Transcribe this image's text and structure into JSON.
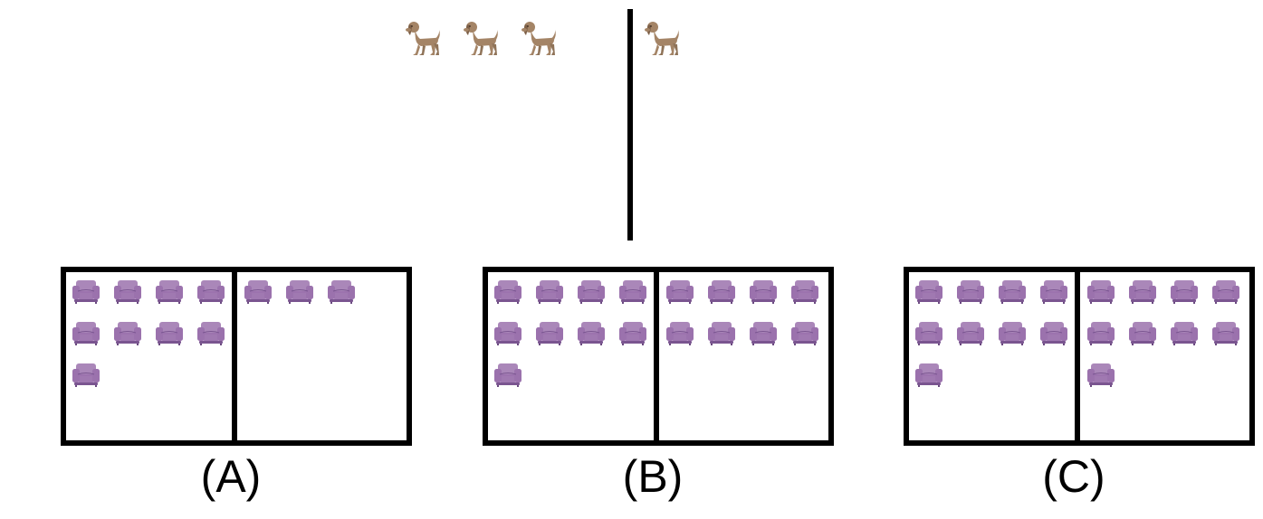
{
  "example": {
    "left_group": {
      "item": "dog-icon",
      "count": 3
    },
    "right_group": {
      "item": "dog-icon",
      "count": 1
    }
  },
  "options": [
    {
      "label": "(A)",
      "left_count": 9,
      "right_count": 3,
      "item": "armchair-icon"
    },
    {
      "label": "(B)",
      "left_count": 9,
      "right_count": 8,
      "item": "armchair-icon"
    },
    {
      "label": "(C)",
      "left_count": 9,
      "right_count": 9,
      "item": "armchair-icon"
    }
  ],
  "colors": {
    "chair": "#9b72ad",
    "dog": "#a48466",
    "outline": "#000000"
  }
}
